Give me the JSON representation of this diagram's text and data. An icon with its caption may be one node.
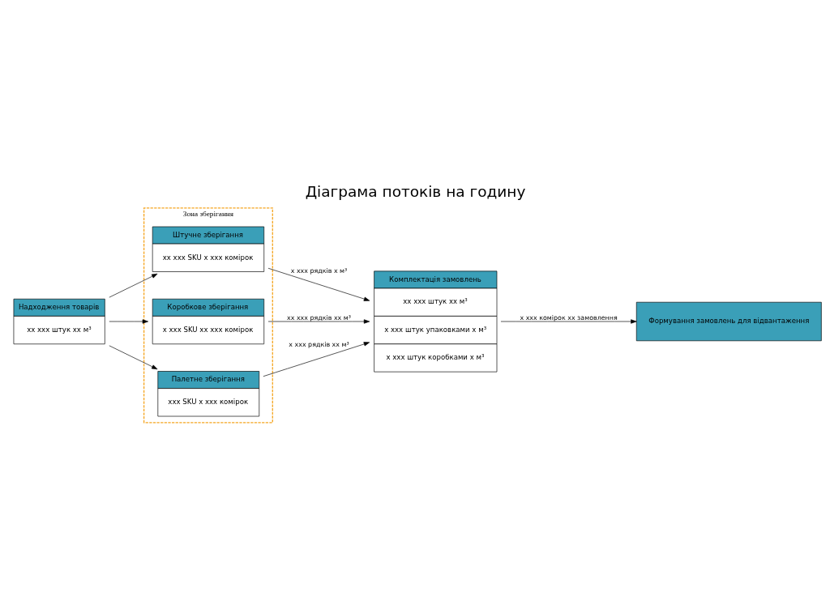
{
  "diagram": {
    "title": "Діаграма потоків на годину",
    "nodes": [
      {
        "text": [
          "Надходження товарів",
          "xx xxx штук xx м³"
        ]
      },
      {
        "text": [
          "Зона зберігання"
        ]
      },
      {
        "text": [
          "Штучне зберігання",
          "xx xxx SKU x xxx комірок"
        ],
        "in": 1
      },
      {
        "text": [
          "Коробкове зберігання",
          "x xxx SKU xx xxx комірок"
        ],
        "in": 1
      },
      {
        "text": [
          "Палетне зберігання",
          "xxx SKU x xxx комірок"
        ],
        "in": 1
      },
      {
        "text": [
          "Комплектація замовлень",
          "xx xxx штук xx м³",
          "x xxx штук упаковками x м³",
          "x xxx штук коробками x м³"
        ]
      },
      {
        "text": [
          "Формування замовлень для відвантаження"
        ]
      }
    ],
    "edges": [
      {
        "from": 0,
        "to": 2,
        "arrow": "to"
      },
      {
        "from": 0,
        "to": 3,
        "arrow": "to"
      },
      {
        "from": 0,
        "to": 4,
        "arrow": "to"
      },
      {
        "from": 2,
        "to": 5,
        "arrow": "to",
        "label": "x xxx рядків x м³"
      },
      {
        "from": 3,
        "to": 5,
        "arrow": "to",
        "label": "xx xxx рядків xx м³"
      },
      {
        "from": 4,
        "to": 5,
        "arrow": "to",
        "label": "x xxx рядків xx м³"
      },
      {
        "from": 5,
        "to": 6,
        "arrow": "to",
        "label": "x xxx комірок xx замовлення"
      }
    ]
  }
}
